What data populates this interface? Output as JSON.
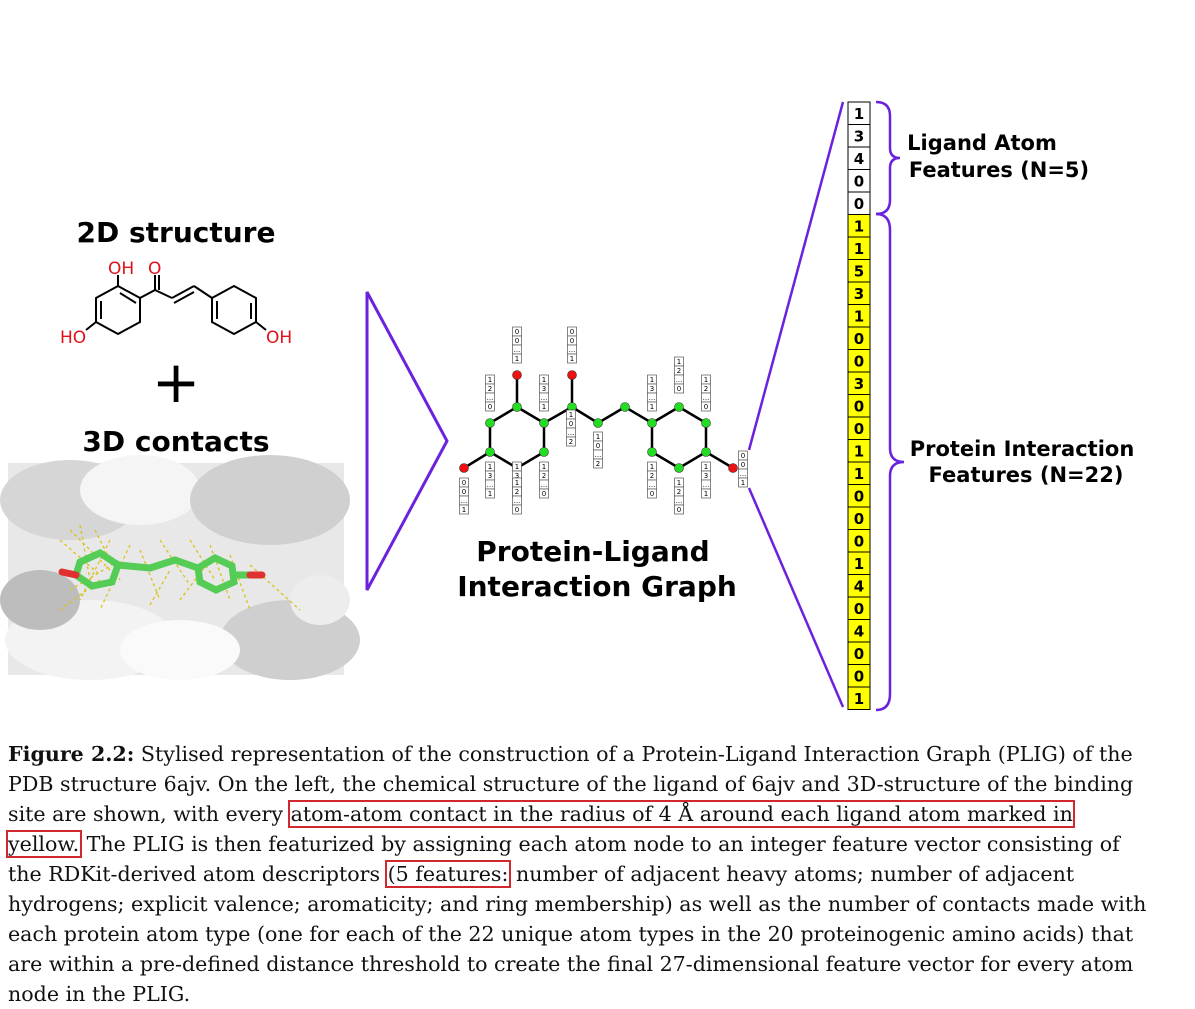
{
  "figure": {
    "left_title_2d": "2D structure",
    "left_title_3d": "3D contacts",
    "plus": "+",
    "mol_labels": {
      "oh_top": "OH",
      "o_top": "O",
      "ho_left": "HO",
      "oh_right": "OH"
    },
    "graph_title_line1": "Protein-Ligand",
    "graph_title_line2": "Interaction Graph",
    "brace_top_line1": "Ligand Atom",
    "brace_top_line2": "Features (N=5)",
    "brace_bottom_line1": "Protein Interaction",
    "brace_bottom_line2": "Features (N=22)",
    "feature_vector": [
      "1",
      "3",
      "4",
      "0",
      "0",
      "1",
      "1",
      "5",
      "3",
      "1",
      "0",
      "0",
      "3",
      "0",
      "0",
      "1",
      "1",
      "0",
      "0",
      "0",
      "1",
      "4",
      "0",
      "4",
      "0",
      "0",
      "1"
    ],
    "ligand_feature_count": 5,
    "colors": {
      "purple": "#6a22dd",
      "yellow": "#ffff00",
      "green": "#22dd22",
      "red": "#ee1111",
      "highlight": "#d0282e",
      "stick": "#55cc55"
    },
    "mini_vectors": [
      [
        "0",
        "0",
        "...",
        "1"
      ],
      [
        "0",
        "0",
        "...",
        "1"
      ],
      [
        "1",
        "2",
        "...",
        "0"
      ],
      [
        "1",
        "3",
        "...",
        "1"
      ],
      [
        "1",
        "3",
        "...",
        "1"
      ],
      [
        "1",
        "0",
        "...",
        "2"
      ],
      [
        "1",
        "3",
        "...",
        "1"
      ],
      [
        "1",
        "2",
        "...",
        "0"
      ],
      [
        "1",
        "2",
        "...",
        "0"
      ],
      [
        "1",
        "0",
        "...",
        "2"
      ],
      [
        "0",
        "0",
        "...",
        "1"
      ],
      [
        "1",
        "3",
        "...",
        "1"
      ],
      [
        "1",
        "2",
        "...",
        "0"
      ],
      [
        "1",
        "2",
        "...",
        "0"
      ],
      [
        "1",
        "2",
        "...",
        "0"
      ],
      [
        "1",
        "2",
        "...",
        "0"
      ],
      [
        "1",
        "3",
        "...",
        "1"
      ],
      [
        "0",
        "0",
        "...",
        "1"
      ]
    ]
  },
  "caption": {
    "label": "Figure 2.2:",
    "part1": " Stylised representation of the construction of a Protein-Ligand Interaction Graph (PLIG) of the PDB structure 6ajv. On the left, the chemical structure of the ligand of 6ajv and 3D-structure of the binding site are shown, with every ",
    "highlight1": "atom-atom contact in the radius of 4 Å around each ligand atom marked in yellow.",
    "part2": " The PLIG is then featurized by assigning each atom node to an integer feature vector consisting of the RDKit-derived atom descriptors ",
    "highlight2": "(5 features:",
    "part3": " number of adjacent heavy atoms; number of adjacent hydrogens; explicit valence; aromaticity; and ring membership) as well as the number of contacts made with each protein atom type (one for each of the 22 unique atom types in the 20 proteinogenic amino acids) that are within a pre-defined distance threshold to create the final 27-dimensional feature vector for every atom node in the PLIG."
  }
}
